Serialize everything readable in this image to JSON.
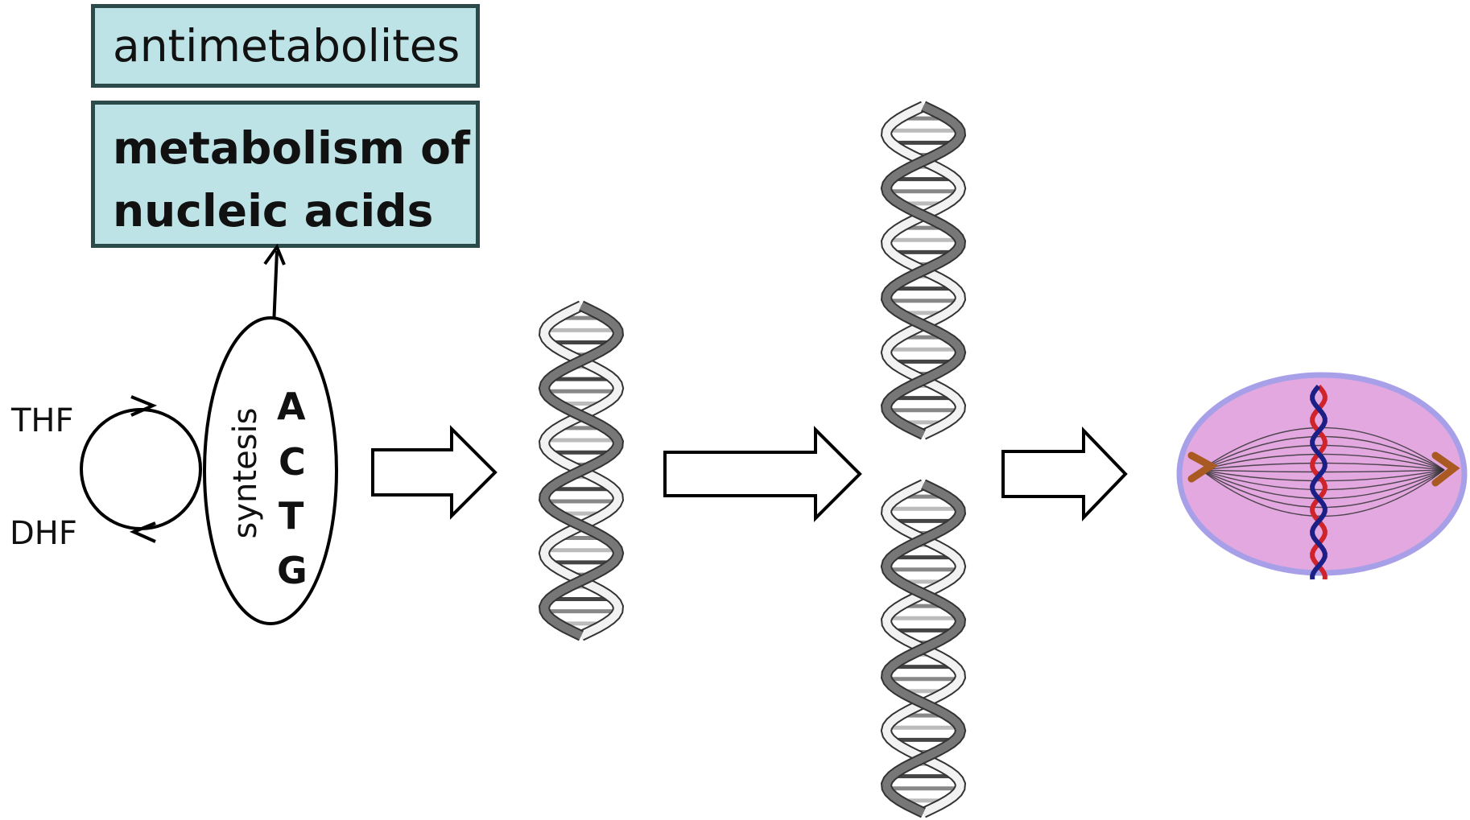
{
  "boxes": {
    "top_label": "antimetabolites",
    "main_line1": "metabolism of",
    "main_line2": "nucleic acids"
  },
  "cycle": {
    "thf": "THF",
    "dhf": "DHF"
  },
  "synthesis": {
    "label": "syntesis",
    "bases": [
      "A",
      "C",
      "T",
      "G"
    ]
  },
  "colors": {
    "box_fill": "#bde3e6",
    "box_border": "#2c4a4a",
    "cell_fill": "#e3a8e0",
    "cell_border": "#a7a0e8",
    "chromatid_red": "#d0242a",
    "chromatid_blue": "#1b1f86",
    "centrosome": "#a85a22"
  }
}
